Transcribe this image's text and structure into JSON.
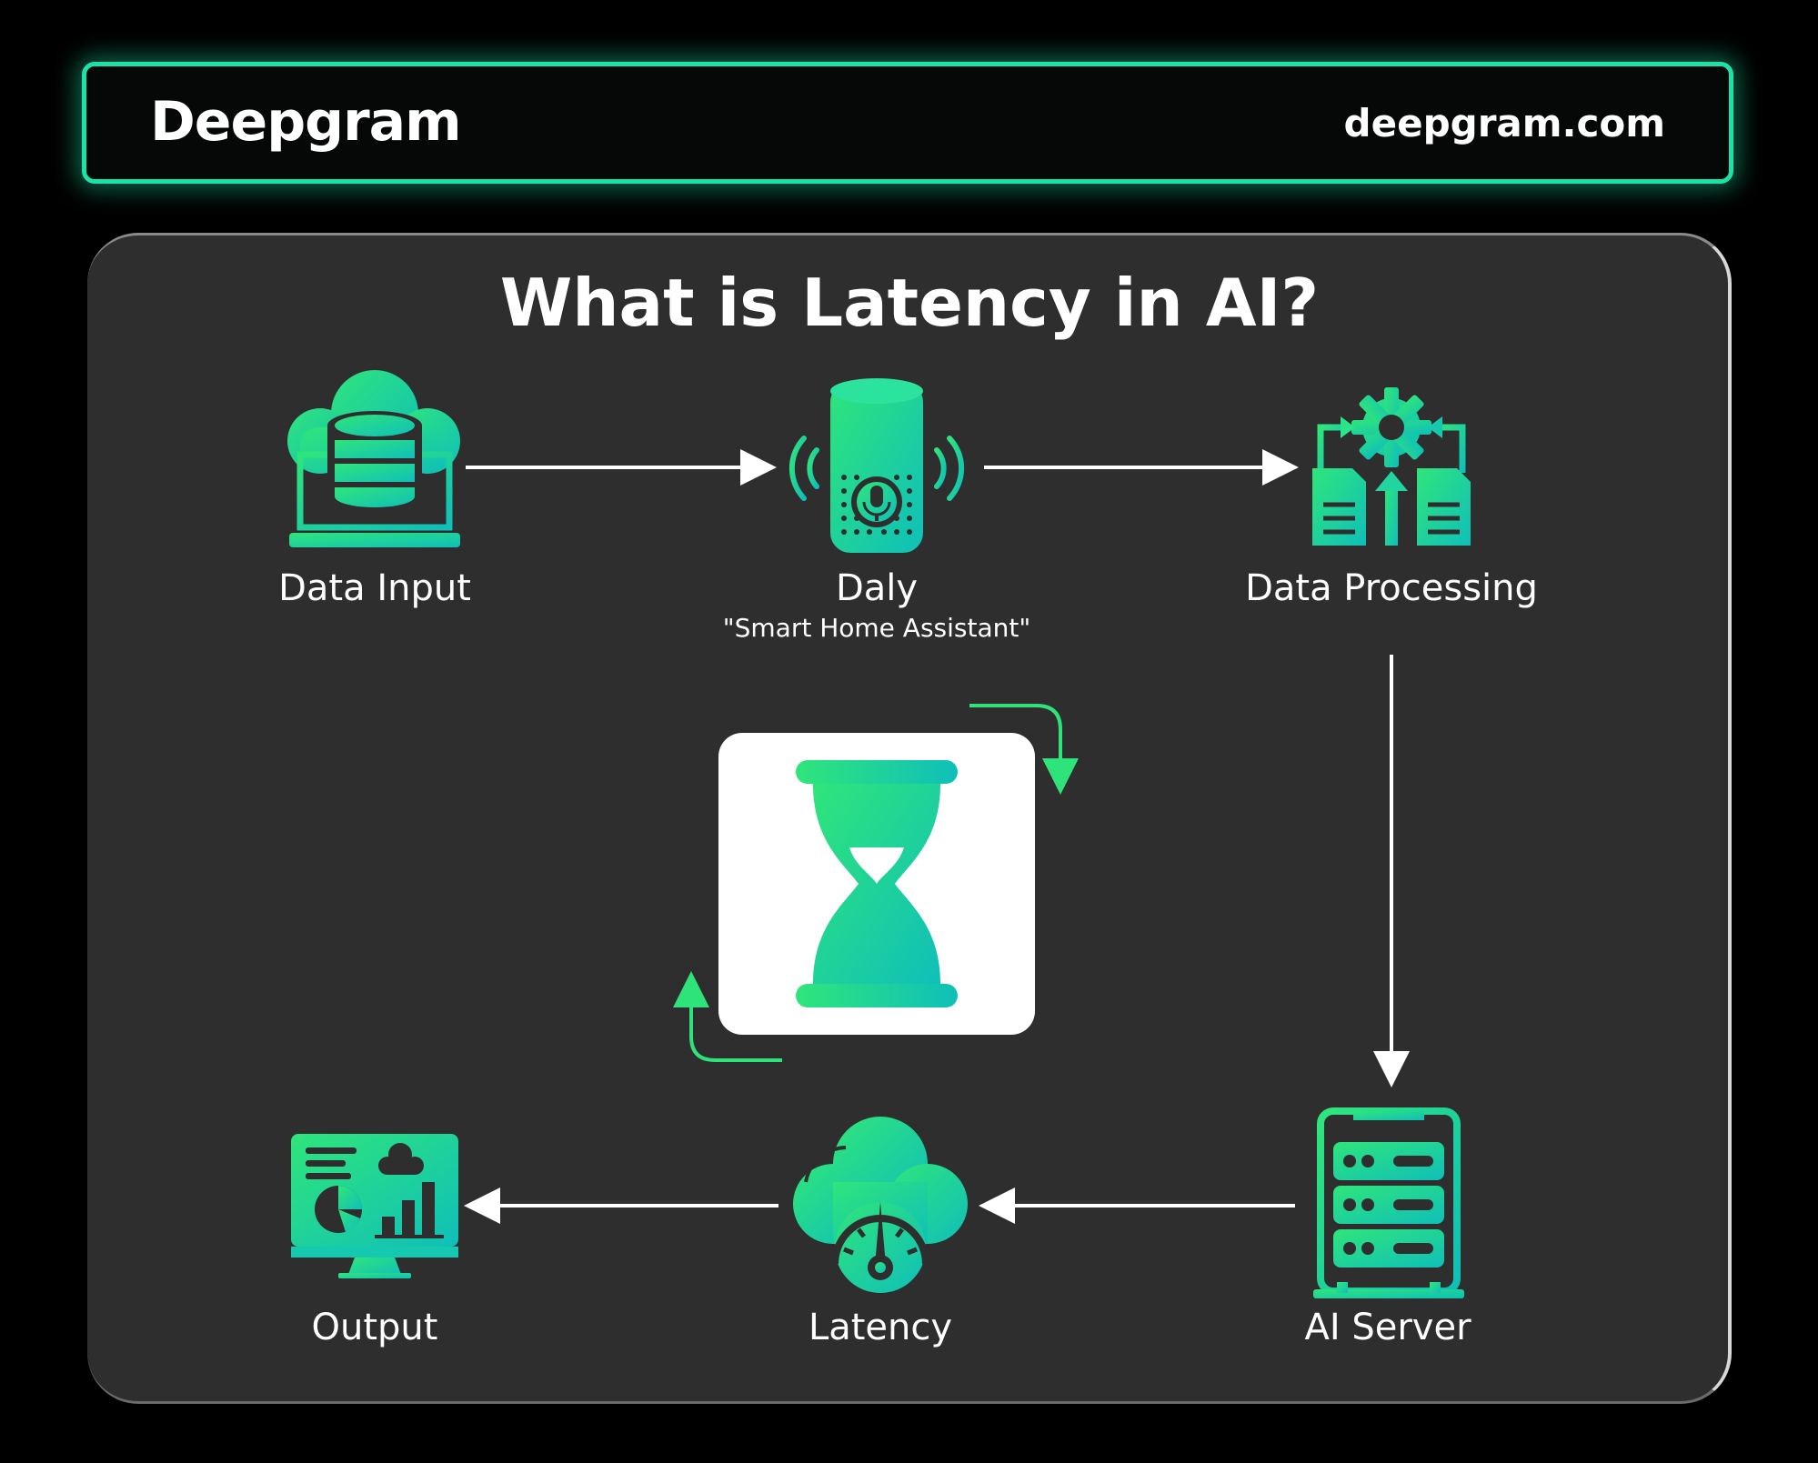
{
  "header": {
    "brand": "Deepgram",
    "url": "deepgram.com"
  },
  "diagram": {
    "title": "What is Latency in AI?",
    "nodes": {
      "data_input": {
        "label": "Data Input",
        "icon": "cloud-database-laptop-icon"
      },
      "daly": {
        "label": "Daly",
        "sublabel": "\"Smart Home Assistant\"",
        "icon": "smart-speaker-icon"
      },
      "data_processing": {
        "label": "Data Processing",
        "icon": "gear-documents-icon"
      },
      "ai_server": {
        "label": "AI Server",
        "icon": "server-rack-icon"
      },
      "latency": {
        "label": "Latency",
        "icon": "cloud-gauge-icon"
      },
      "output": {
        "label": "Output",
        "icon": "monitor-analytics-icon"
      }
    },
    "center_icon": "hourglass-icon",
    "flow": [
      "data_input",
      "daly",
      "data_processing",
      "ai_server",
      "latency",
      "output"
    ],
    "colors": {
      "accent_green": "#19e3a6",
      "bright_green": "#2ee37a",
      "teal": "#11c5b5",
      "panel_bg": "#2e2e2e"
    }
  }
}
